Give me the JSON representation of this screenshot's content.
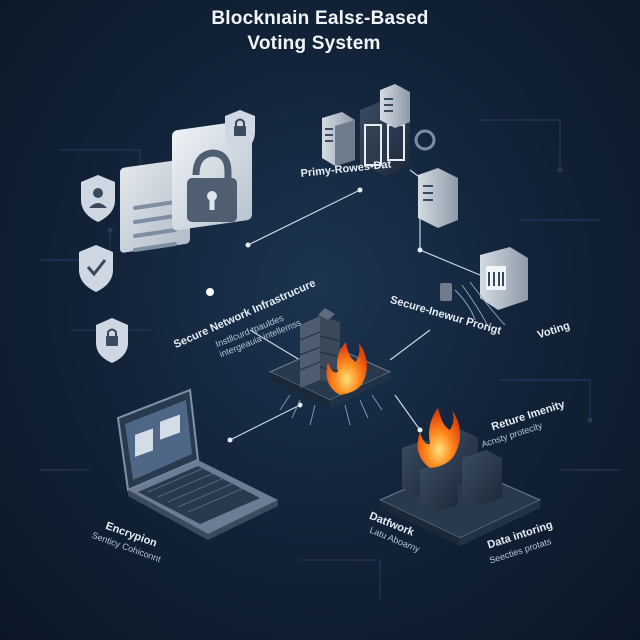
{
  "title_line1": "Blocknıain Ealsε-Based",
  "title_line2": "Voting System",
  "labels": {
    "primary_rowes": "Primy-Rowes-Dat",
    "secure_network": "Secure Network Infrastrucure",
    "secure_network_sub1": "Instllcurd tpauldes",
    "secure_network_sub2": "intergeauia intellemss",
    "secure_inewor": "Secure-Inewur Prorigt",
    "voting": "Voting",
    "reture_imenity": "Reture Imenity",
    "reture_imenity_sub": "Acnsty protecity",
    "encryption": "Encrypion",
    "encryption_sub": "Senticy Cohiconnt",
    "datatwork": "Datfwork",
    "datatwork_sub": "Latu Aboarny",
    "data_intoring": "Data intoring",
    "data_intoring_sub": "Seecties protats"
  },
  "colors": {
    "background": "#12243a",
    "panel": "#dfe6ee",
    "device_dark": "#2a3a4e",
    "fire": "#ff6a1a",
    "line": "#c9d6e3"
  },
  "icons": [
    "shield-lock-icon",
    "shield-user-icon",
    "shield-check-icon",
    "padlock-icon",
    "server-icon",
    "firewall-icon",
    "laptop-icon",
    "fire-icon"
  ]
}
